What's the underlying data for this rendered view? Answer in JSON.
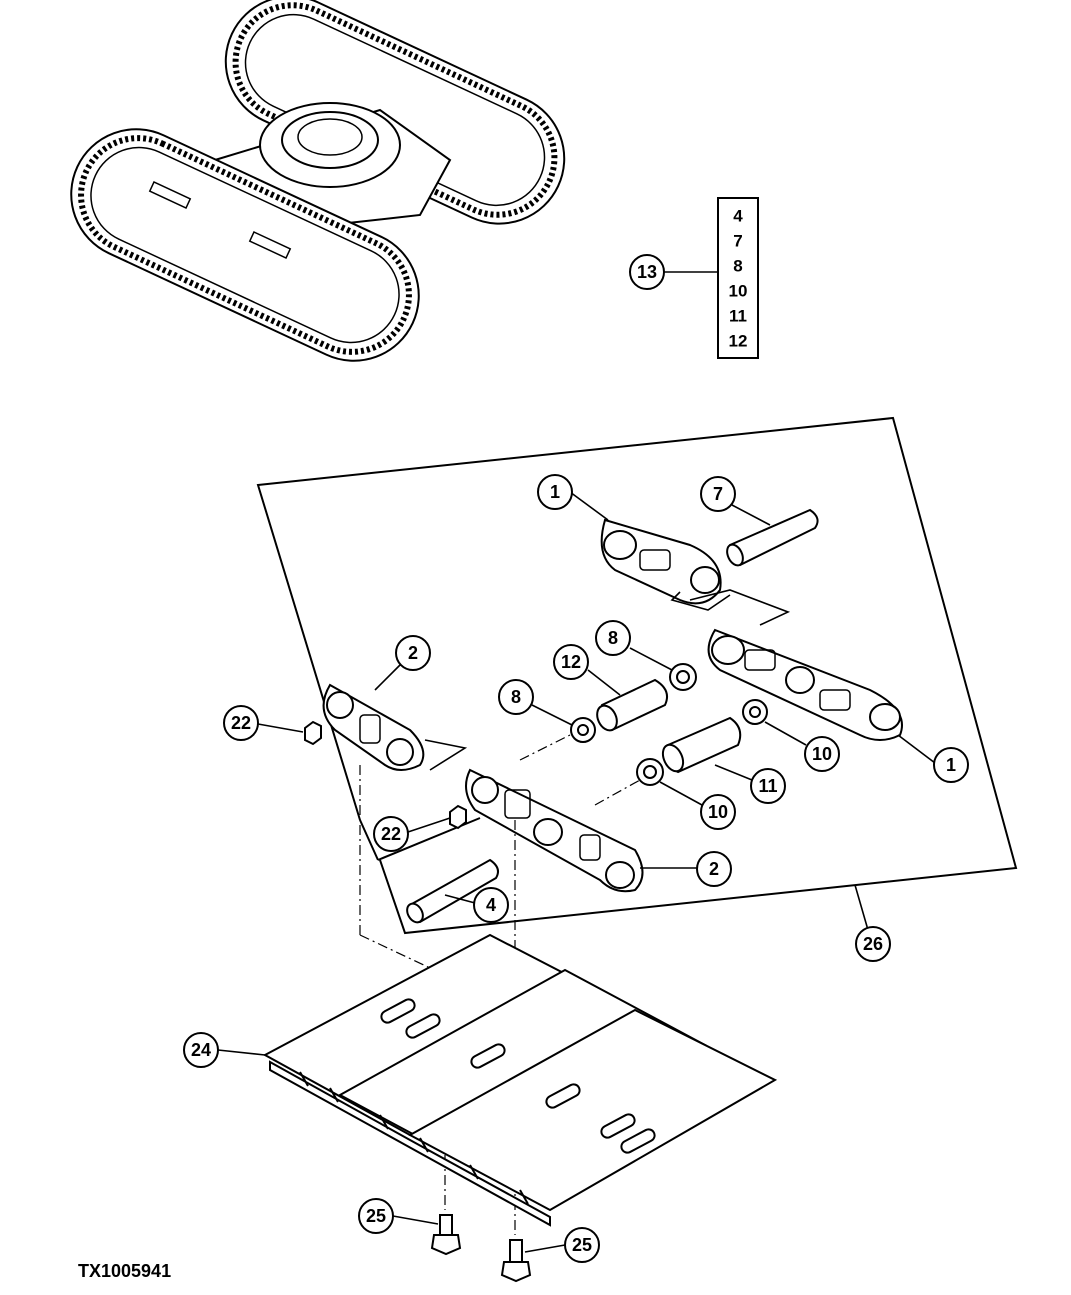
{
  "figure_id": "TX1005941",
  "kit": {
    "callout": "13",
    "items": [
      "4",
      "7",
      "8",
      "10",
      "11",
      "12"
    ]
  },
  "callouts": {
    "link_right_top": "1",
    "link_right_mid": "1",
    "link_left_top": "2",
    "link_left_bottom": "2",
    "pin_master": "7",
    "pin_lower": "4",
    "seal_a": "8",
    "seal_b": "8",
    "bushing_a": "12",
    "bushing_b": "11",
    "seal_c": "10",
    "seal_d": "10",
    "nut_a": "22",
    "nut_b": "22",
    "shoe": "24",
    "bolt_a": "25",
    "bolt_b": "25",
    "chain_assembly": "26"
  }
}
